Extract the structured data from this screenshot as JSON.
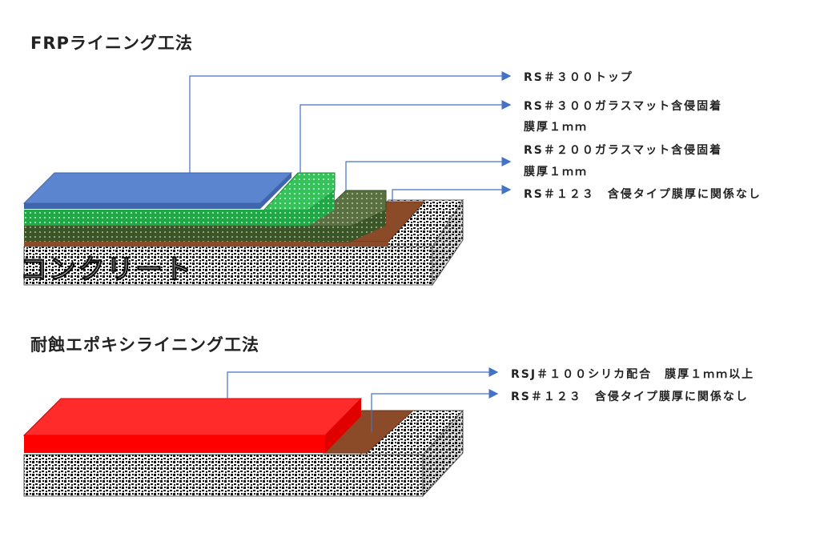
{
  "frp": {
    "title": "FRPライニング工法",
    "labels": {
      "top": "RS＃３００トップ",
      "glass300_line1": "RS＃３００ガラスマット含侵固着",
      "glass300_line2": "膜厚１ｍｍ",
      "glass200_line1": "RS＃２００ガラスマット含侵固着",
      "glass200_line2": "膜厚１ｍｍ",
      "primer": "RS＃１２３　含侵タイプ膜厚に関係なし"
    },
    "concrete_label": "コンクリート"
  },
  "epoxy": {
    "title": "耐蝕エポキシライニング工法",
    "labels": {
      "top": "RSJ＃１００シリカ配合　膜厚１ｍｍ以上",
      "primer": "RS＃１２３　含侵タイプ膜厚に関係なし"
    }
  },
  "colors": {
    "blue_top": "#5b86cf",
    "blue_dark": "#3f66ad",
    "green_light": "#2fb54f",
    "green_mid": "#1f9a3c",
    "green_dark": "#3f5a2a",
    "brown": "#8b4a28",
    "red": "#ff1a1a",
    "red_dark": "#d40000",
    "arrow": "#4472c4"
  }
}
